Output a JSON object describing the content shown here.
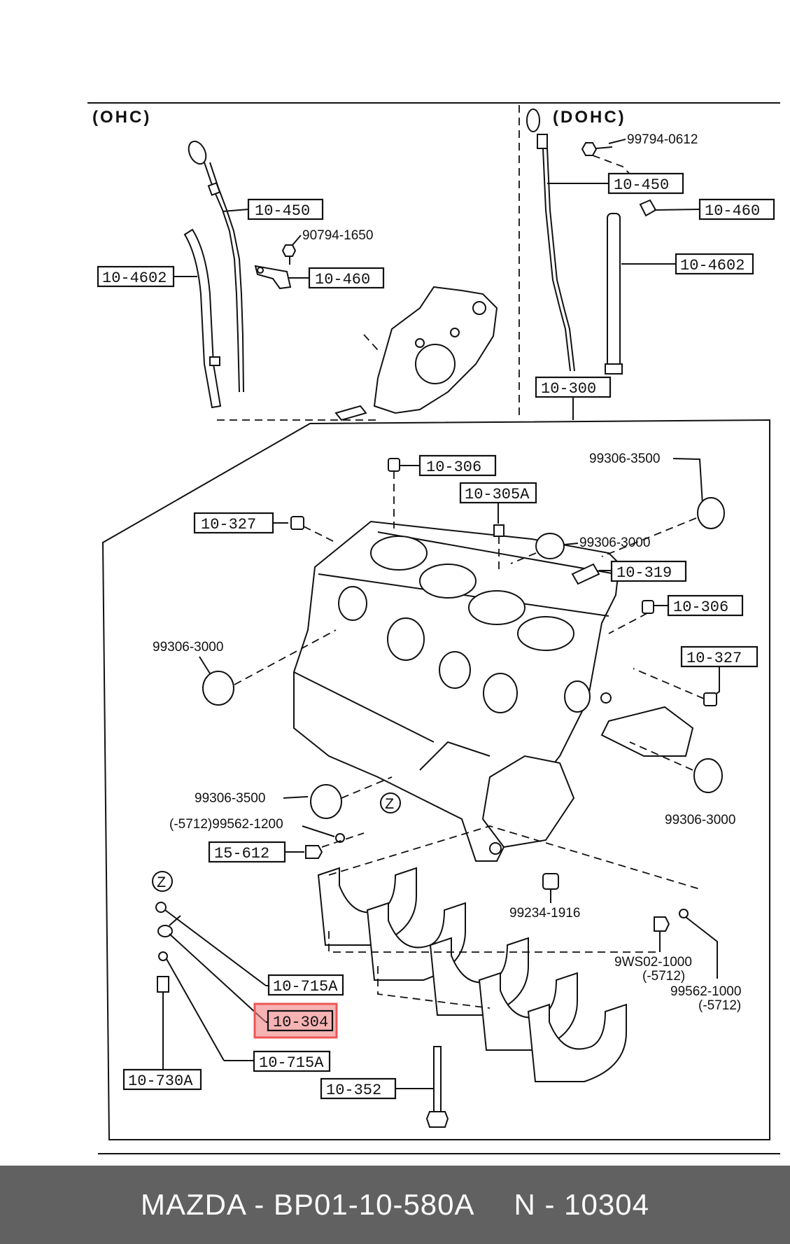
{
  "sections": {
    "left": "(OHC)",
    "right": "(DOHC)"
  },
  "labels": {
    "l10_450": "10-450",
    "l90794_1650": "90794-1650",
    "l10_4602": "10-4602",
    "l10_460": "10-460",
    "r99794_0612": "99794-0612",
    "r10_450": "10-450",
    "r10_460": "10-460",
    "r10_4602": "10-4602",
    "r10_300": "10-300",
    "c10_306a": "10-306",
    "c10_305a": "10-305A",
    "c99306_3500a": "99306-3500",
    "c10_327a": "10-327",
    "c99306_3000a": "99306-3000",
    "c10_319": "10-319",
    "c10_306b": "10-306",
    "c99306_3000b": "99306-3000",
    "c10_327b": "10-327",
    "c99306_3500b": "99306-3500",
    "c5712_99562": "(-5712)99562-1200",
    "c15_612": "15-612",
    "c99306_3000c": "99306-3000",
    "c99234_1916": "99234-1916",
    "c9ws02_1000": "9WS02-1000",
    "c5712a": "(-5712)",
    "c99562_1000": "99562-1000",
    "c5712b": "(-5712)",
    "c10_715a_top": "10-715A",
    "c10_304": "10-304",
    "c10_715a_bot": "10-715A",
    "c10_730a": "10-730A",
    "c10_352": "10-352",
    "z1": "Z",
    "z2": "Z"
  },
  "highlight": "10-304",
  "footer": {
    "brand_part": "MAZDA - BP01-10-580A",
    "ref": "N - 10304"
  },
  "colors": {
    "footer_bg": "#616161",
    "highlight": "#f08080"
  }
}
